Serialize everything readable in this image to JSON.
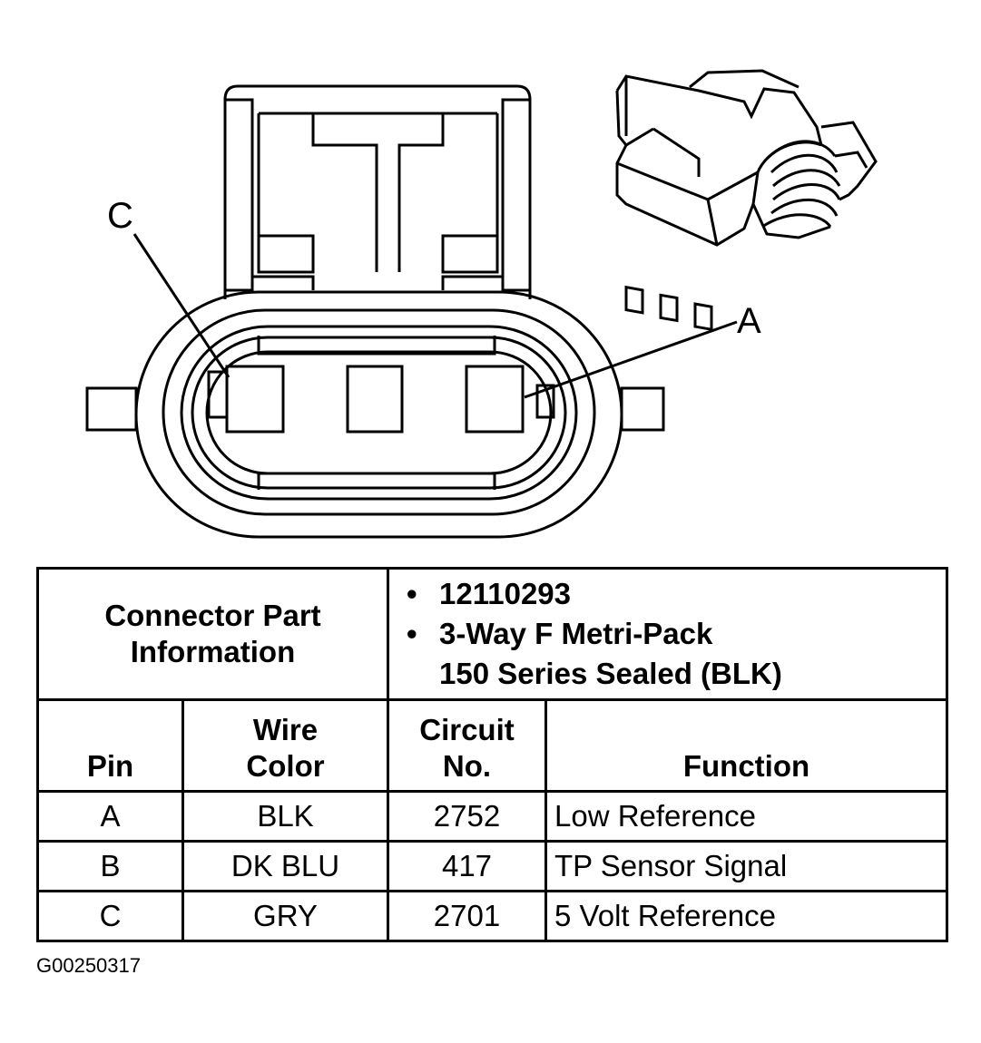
{
  "callouts": {
    "c": "C",
    "a": "A"
  },
  "connector_info": {
    "label_line1": "Connector Part",
    "label_line2": "Information",
    "part_number": "12110293",
    "description_line1": "3-Way F Metri-Pack",
    "description_line2": "150 Series Sealed (BLK)",
    "bullet": "•"
  },
  "columns": {
    "pin": "Pin",
    "wire_color_1": "Wire",
    "wire_color_2": "Color",
    "circuit_1": "Circuit",
    "circuit_2": "No.",
    "function": "Function"
  },
  "rows": [
    {
      "pin": "A",
      "wire": "BLK",
      "circuit": "2752",
      "function": "Low Reference"
    },
    {
      "pin": "B",
      "wire": "DK BLU",
      "circuit": "417",
      "function": "TP Sensor Signal"
    },
    {
      "pin": "C",
      "wire": "GRY",
      "circuit": "2701",
      "function": "5 Volt Reference"
    }
  ],
  "figure_id": "G00250317"
}
